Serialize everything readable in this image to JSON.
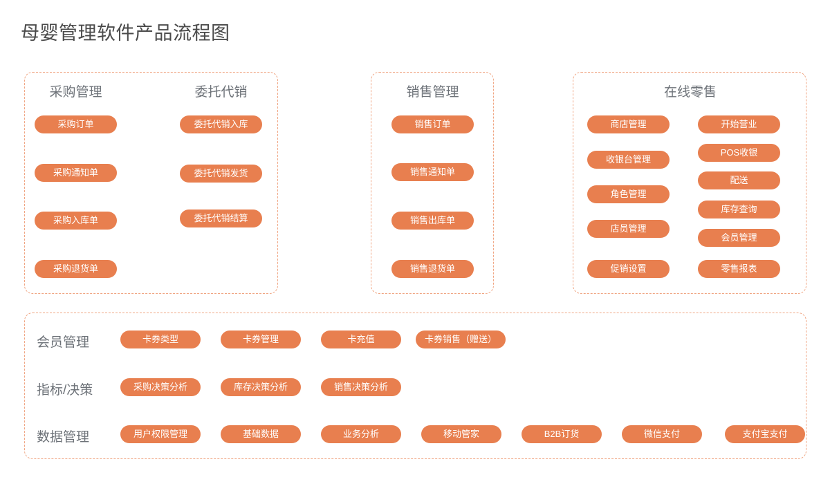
{
  "page": {
    "title": "母婴管理软件产品流程图",
    "accent_color": "#e87f4f",
    "panel_border_color": "#f0a582",
    "heading_color": "#6d7278",
    "background_color": "#ffffff"
  },
  "panels": [
    {
      "id": "purchasing",
      "columns": [
        {
          "heading": "采购管理",
          "items": [
            "采购订单",
            "采购通知单",
            "采购入库单",
            "采购退货单"
          ]
        },
        {
          "heading": "委托代销",
          "items": [
            "委托代销入库",
            "委托代销发货",
            "委托代销结算"
          ]
        }
      ]
    },
    {
      "id": "sales",
      "columns": [
        {
          "heading": "销售管理",
          "items": [
            "销售订单",
            "销售通知单",
            "销售出库单",
            "销售退货单"
          ]
        }
      ]
    },
    {
      "id": "retail",
      "heading": "在线零售",
      "columns": [
        {
          "heading": "",
          "items": [
            "商店管理",
            "收银台管理",
            "角色管理",
            "店员管理",
            "促销设置"
          ]
        },
        {
          "heading": "",
          "items": [
            "开始营业",
            "POS收银",
            "配送",
            "库存查询",
            "会员管理",
            "零售报表"
          ]
        }
      ]
    }
  ],
  "platform": {
    "rows": [
      {
        "label": "会员管理",
        "items": [
          "卡券类型",
          "卡券管理",
          "卡充值",
          "卡券销售（赠送）"
        ]
      },
      {
        "label": "指标/决策",
        "items": [
          "采购决策分析",
          "库存决策分析",
          "销售决策分析"
        ]
      },
      {
        "label": "数据管理",
        "items": [
          "用户权限管理",
          "基础数据",
          "业务分析",
          "移动管家",
          "B2B订货",
          "微信支付",
          "支付宝支付"
        ]
      }
    ]
  }
}
